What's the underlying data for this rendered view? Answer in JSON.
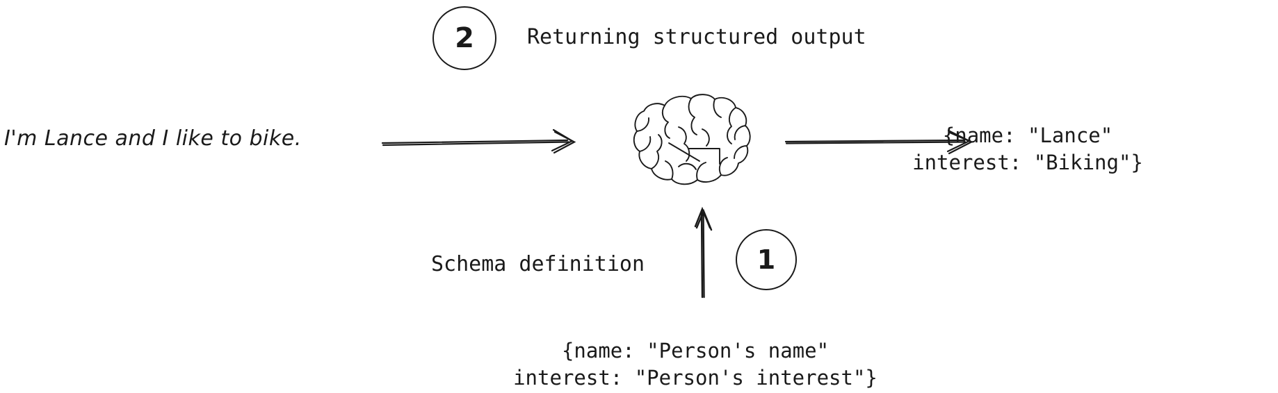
{
  "diagram": {
    "title_hidden": "",
    "background_color": "#ffffff",
    "stroke_color": "#1a1a1a"
  },
  "steps": [
    {
      "number": "1",
      "label": "Schema definition"
    },
    {
      "number": "2",
      "label": "Returning structured output"
    }
  ],
  "nodes": {
    "input_text": "I'm Lance and I like to bike.",
    "processor_icon": "brain-icon",
    "output_json": "{name: \"Lance\"\ninterest: \"Biking\"}",
    "schema_json": "{name: \"Person's name\"\ninterest: \"Person's interest\"}"
  },
  "arrows": [
    {
      "name": "input-to-brain-arrow",
      "direction": "right"
    },
    {
      "name": "brain-to-output-arrow",
      "direction": "right"
    },
    {
      "name": "schema-to-brain-arrow",
      "direction": "up"
    }
  ]
}
